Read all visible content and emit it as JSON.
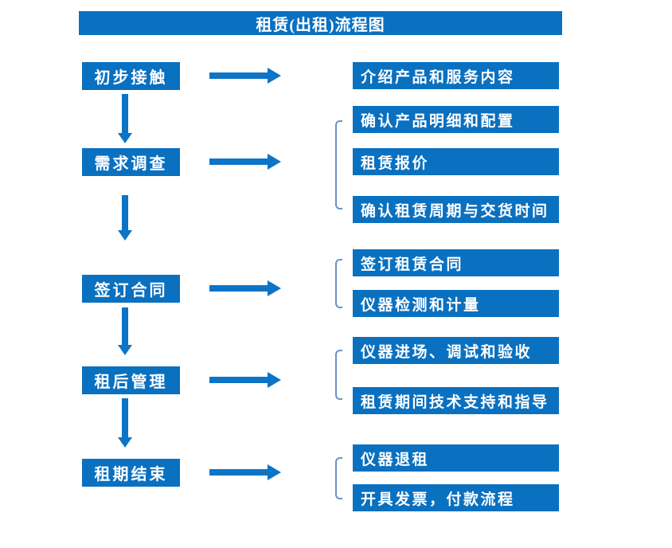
{
  "title": "租赁(出租)流程图",
  "colors": {
    "box": "#0a70c0",
    "arrow": "#0e74c6",
    "bracket": "#6b93c5",
    "text-color": "#ffffff",
    "background": "#ffffff"
  },
  "stages": [
    {
      "label": "初步接触",
      "outputs": [
        "介绍产品和服务内容"
      ]
    },
    {
      "label": "需求调查",
      "outputs": [
        "确认产品明细和配置",
        "租赁报价",
        "确认租赁周期与交货时间"
      ]
    },
    {
      "label": "签订合同",
      "outputs": [
        "签订租赁合同",
        "仪器检测和计量"
      ]
    },
    {
      "label": "租后管理",
      "outputs": [
        "仪器进场、调试和验收",
        "租赁期间技术支持和指导"
      ]
    },
    {
      "label": "租期结束",
      "outputs": [
        "仪器退租",
        "开具发票，付款流程"
      ]
    }
  ]
}
